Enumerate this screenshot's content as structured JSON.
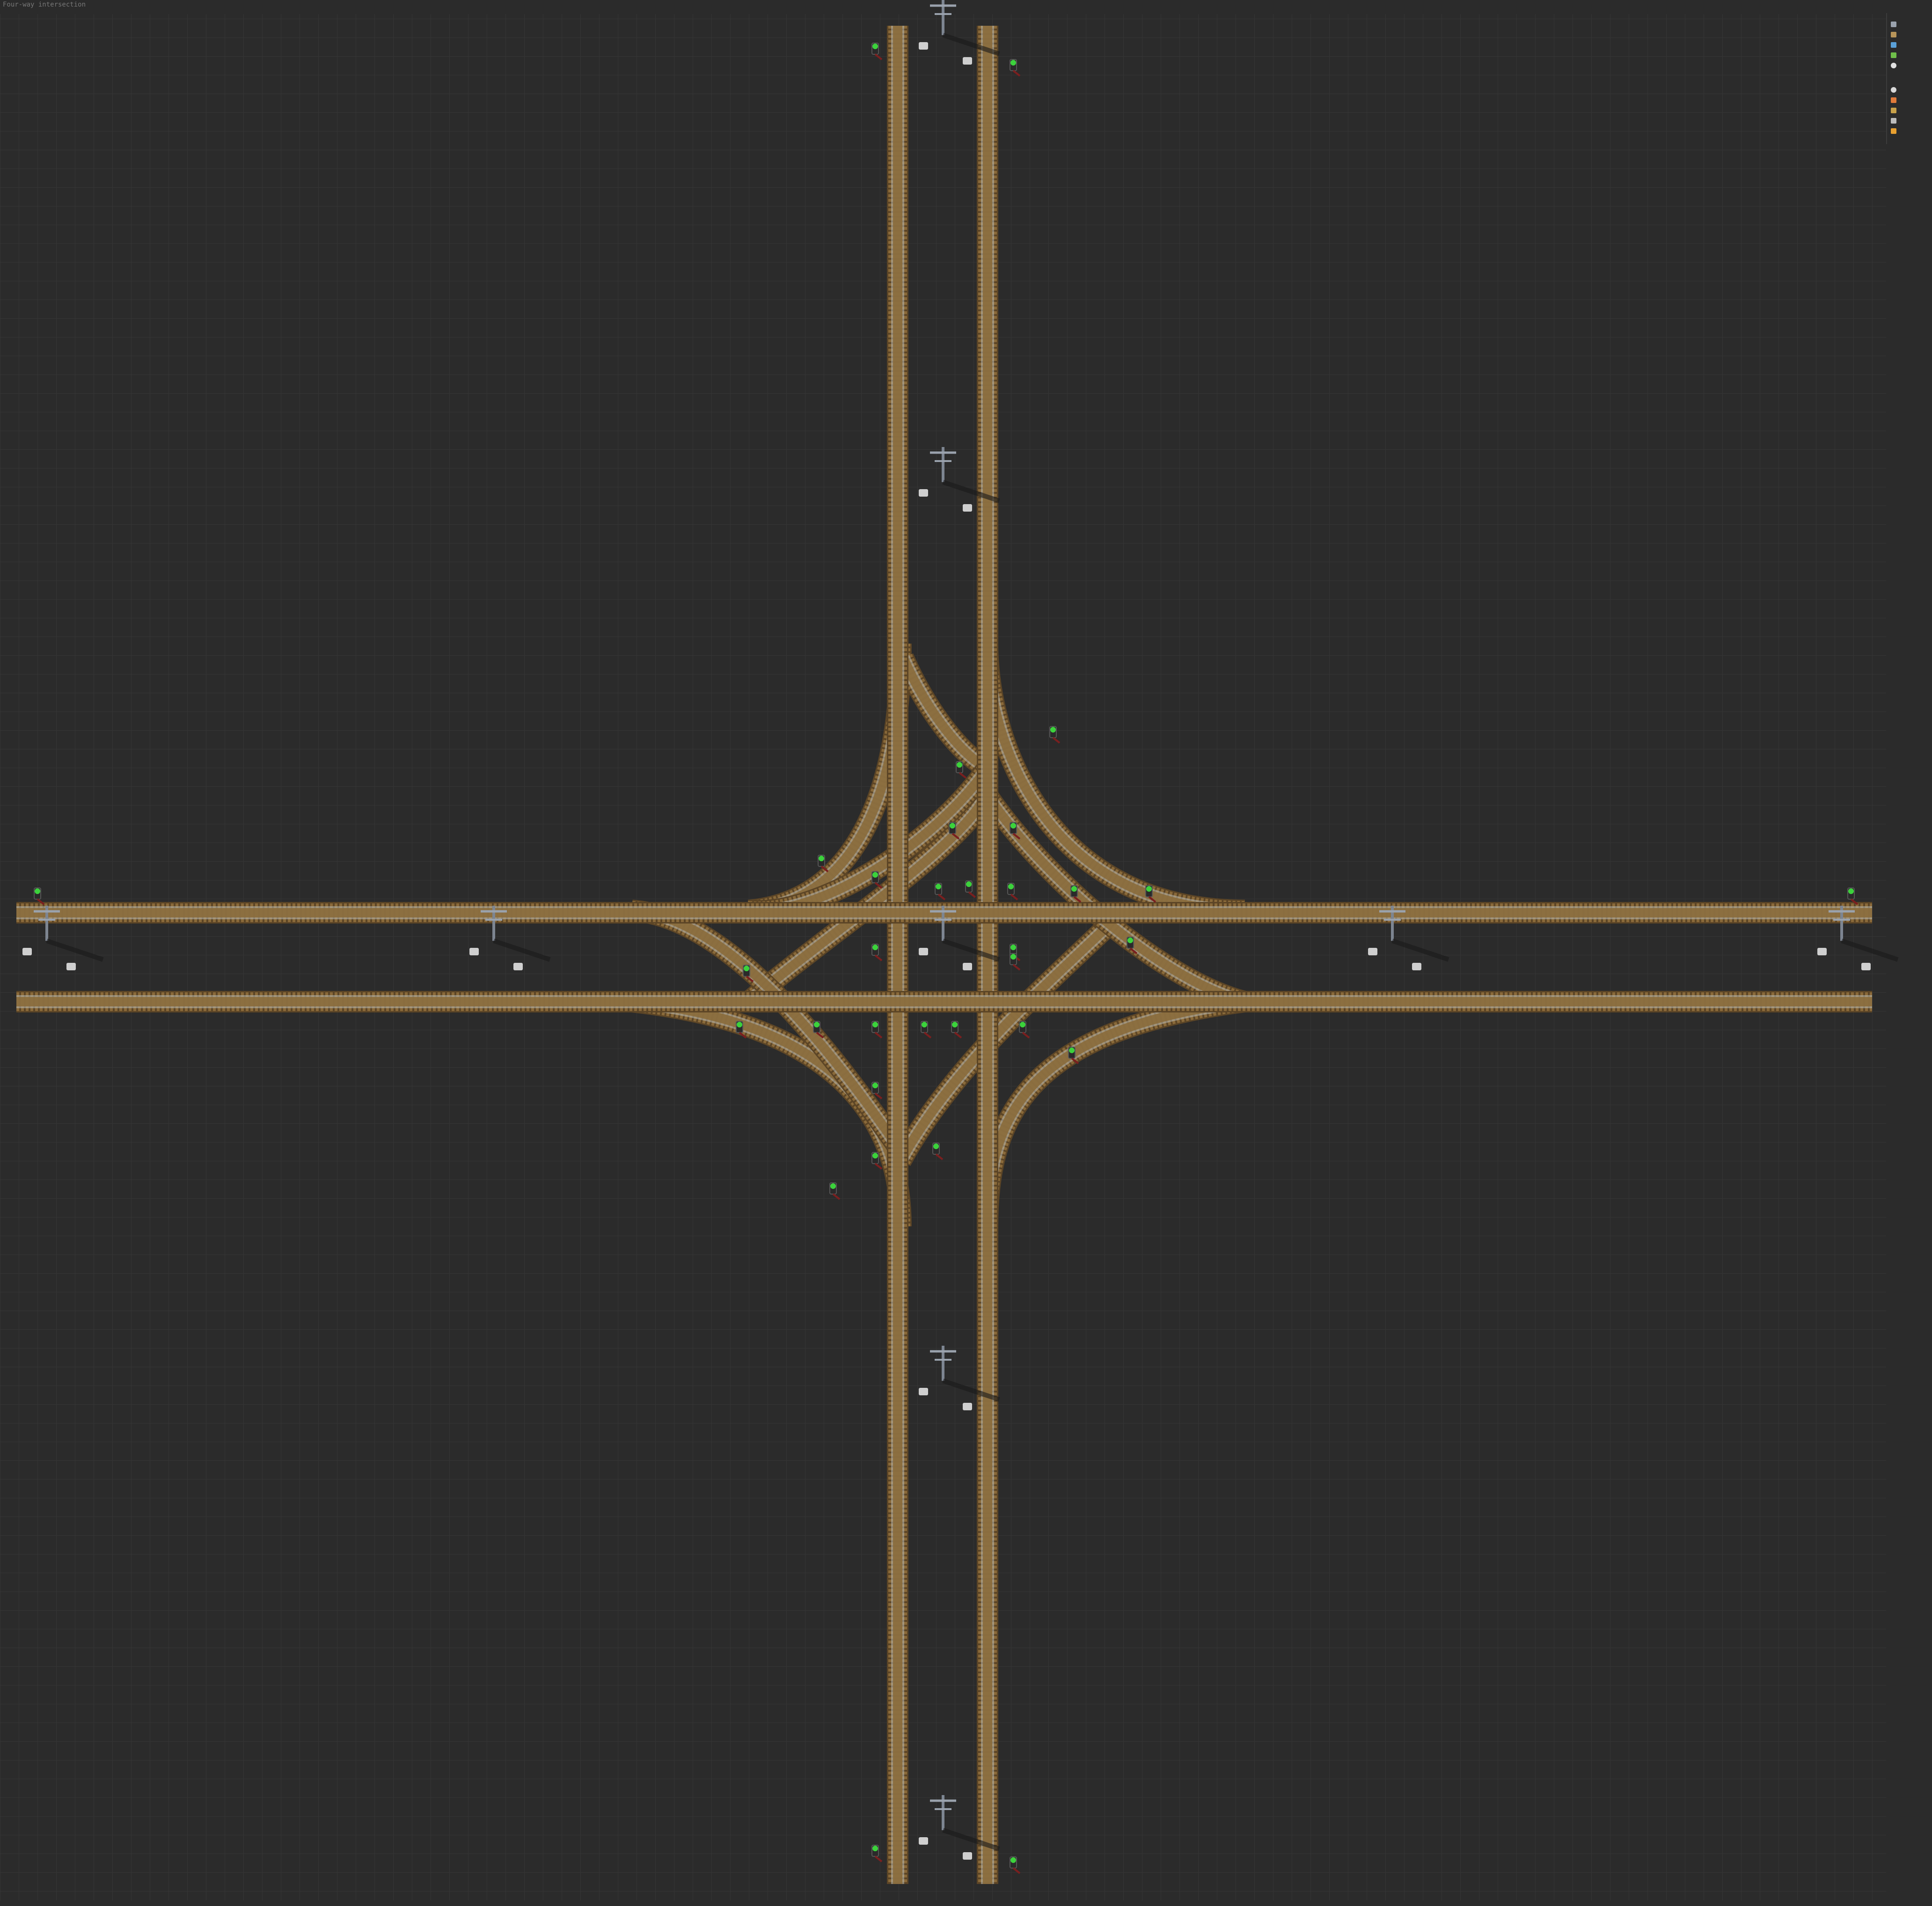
{
  "title": "Four-way intersection",
  "footer": "",
  "colors": {
    "background": "#2b2b2b",
    "grid": "#343434",
    "rail_bed": "#8a6a3a",
    "rail_steel": "#b8b8b0",
    "signal_green": "#3cd23c",
    "signal_red": "#7a1f1f"
  },
  "rail_network": {
    "rails": [
      {
        "id": "ns-west",
        "orientation": "vertical"
      },
      {
        "id": "ns-east",
        "orientation": "vertical"
      },
      {
        "id": "ew-north",
        "orientation": "horizontal"
      },
      {
        "id": "ew-south",
        "orientation": "horizontal"
      }
    ],
    "power_poles": [
      {
        "zone": "north-edge"
      },
      {
        "zone": "north-mid"
      },
      {
        "zone": "center"
      },
      {
        "zone": "south-mid"
      },
      {
        "zone": "south-edge"
      },
      {
        "zone": "west-edge"
      },
      {
        "zone": "west-mid"
      },
      {
        "zone": "east-mid"
      },
      {
        "zone": "east-edge"
      }
    ]
  },
  "component_summary": [
    {
      "icon": "power-pole-icon",
      "color": "#9aa2ad",
      "count": ""
    },
    {
      "icon": "rail-icon",
      "color": "#b8955a",
      "count": ""
    },
    {
      "icon": "signal-icon",
      "color": "#5aa0d8",
      "count": ""
    },
    {
      "icon": "chain-signal-icon",
      "color": "#6fbf4a",
      "count": ""
    },
    {
      "icon": "lamp-icon",
      "color": "#e0e0e0",
      "count": ""
    },
    {
      "icon": "pipe-icon",
      "color": "#d9d9d9",
      "count": ""
    },
    {
      "icon": "wire-red-icon",
      "color": "#e07a3a",
      "count": ""
    },
    {
      "icon": "wire-green-icon",
      "color": "#c8a14a",
      "count": ""
    },
    {
      "icon": "tool-icon",
      "color": "#bcbcbc",
      "count": ""
    },
    {
      "icon": "fire-icon",
      "color": "#e8a030",
      "count": ""
    }
  ]
}
